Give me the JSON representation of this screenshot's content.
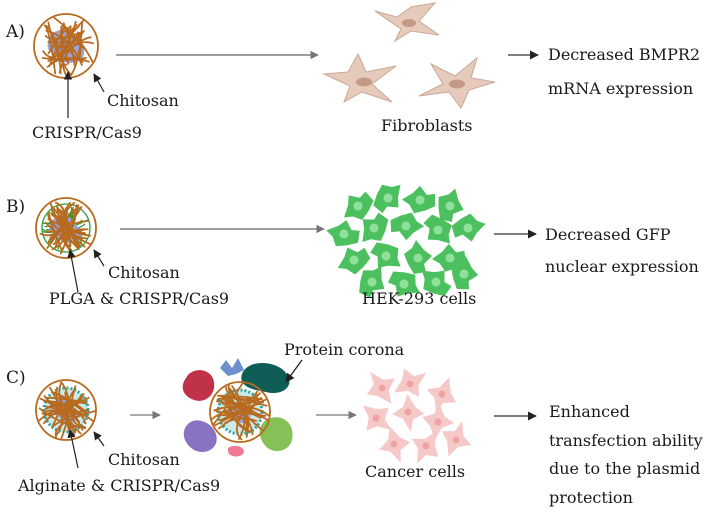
{
  "panels": [
    {
      "letter": "A)",
      "vehicle_label": "Chitosan",
      "cargo_label": "CRISPR/Cas9",
      "target_label": "Fibroblasts",
      "outcome_lines": [
        "Decreased BMPR2",
        "mRNA expression"
      ]
    },
    {
      "letter": "B)",
      "vehicle_label": "Chitosan",
      "cargo_label": "PLGA & CRISPR/Cas9",
      "target_label": "HEK-293 cells",
      "outcome_lines": [
        "Decreased GFP",
        "nuclear expression"
      ]
    },
    {
      "letter": "C)",
      "vehicle_label": "Chitosan",
      "cargo_label": "Alginate & CRISPR/Cas9",
      "corona_label": "Protein corona",
      "target_label": "Cancer cells",
      "outcome_lines": [
        "Enhanced",
        "transfection ability",
        "due to the plasmid",
        "protection"
      ]
    }
  ],
  "colors": {
    "chitosan_strand": "#b86a1f",
    "chitosan_fill": "#f2d5b3",
    "cas9": "#9aa3dd",
    "plga": "#2f9e3a",
    "alginate": "#2aa6a0",
    "fibroblast": "#e6cbbd",
    "fibroblast_nucleus": "#c39a86",
    "hek_cell": "#4cbf5e",
    "hek_nucleus": "#8fe09a",
    "cancer_cell": "#f6c9c9",
    "cancer_nucleus": "#eea3a3",
    "corona_red": "#c0324a",
    "corona_teal": "#0e5e57",
    "corona_purple": "#8a72c2",
    "corona_green": "#86c157",
    "corona_pink": "#ef7a95",
    "corona_blue": "#6e8fd0"
  }
}
